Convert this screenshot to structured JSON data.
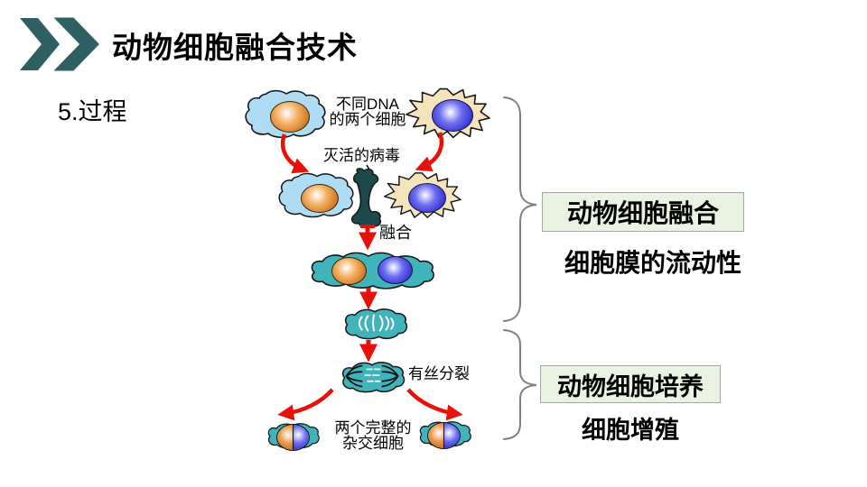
{
  "header": {
    "title": "动物细胞融合技术",
    "section": "5.过程"
  },
  "diagram": {
    "top_label_line1": "不同DNA",
    "top_label_line2": "的两个细胞",
    "virus_label": "灭活的病毒",
    "fusion_label": "融合",
    "mitosis_label": "有丝分裂",
    "result_label_line1": "两个完整的",
    "result_label_line2": "杂交细胞"
  },
  "sidebar": {
    "fusion_box": "动物细胞融合",
    "fusion_note": "细胞膜的流动性",
    "culture_box": "动物细胞培养",
    "culture_note": "细胞增殖"
  },
  "colors": {
    "background": "#FFFFFF",
    "chevron": "#2E5F63",
    "arrow_red": "#E81109",
    "cell_blue": "#AEDCF5",
    "cell_yellow": "#F5E3BC",
    "cell_teal": "#41B3BA",
    "virus_dark_teal": "#1C4A4C",
    "nucleus_orange": "#C96A14",
    "nucleus_blue": "#2B2BC4",
    "box_green": "#EAF3E1",
    "box_border": "#9FA89C",
    "brace_gray": "#7F7F7F",
    "text": "#000000"
  }
}
